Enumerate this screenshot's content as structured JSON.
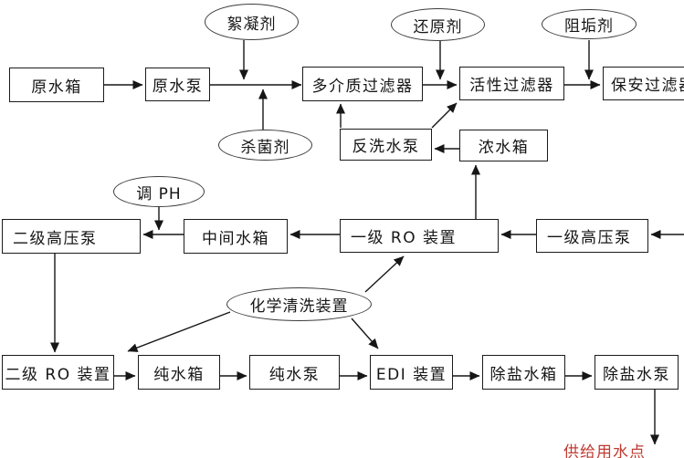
{
  "page": {
    "background": "#ffffff",
    "line_color": "#161616",
    "accent_red": "#c03a32"
  },
  "nodes": {
    "raw_water_tank": "原水箱",
    "raw_water_pump": "原水泵",
    "multimedia_filter": "多介质过滤器",
    "activated_filter": "活性过滤器",
    "security_filter": "保安过滤器",
    "backwash_pump": "反洗水泵",
    "concentrate_tank": "浓水箱",
    "stage1_ro_unit": "一级 RO 装置",
    "stage1_hp_pump": "一级高压泵",
    "intermediate_tank": "中间水箱",
    "stage2_hp_pump": "二级高压泵",
    "stage2_ro_unit": "二级 RO 装置",
    "pure_water_tank": "纯水箱",
    "pure_water_pump": "纯水泵",
    "edi_unit": "EDI 装置",
    "demi_water_tank": "除盐水箱",
    "demi_water_pump": "除盐水泵"
  },
  "dosing": {
    "flocculant": "絮凝剂",
    "bactericide": "杀菌剂",
    "reducing_agent": "还原剂",
    "antiscalant": "阻垢剂",
    "ph_adjust": "调 PH",
    "chemical_cleaning_unit": "化学清洗装置"
  },
  "labels": {
    "supply_point": "供给用水点"
  }
}
